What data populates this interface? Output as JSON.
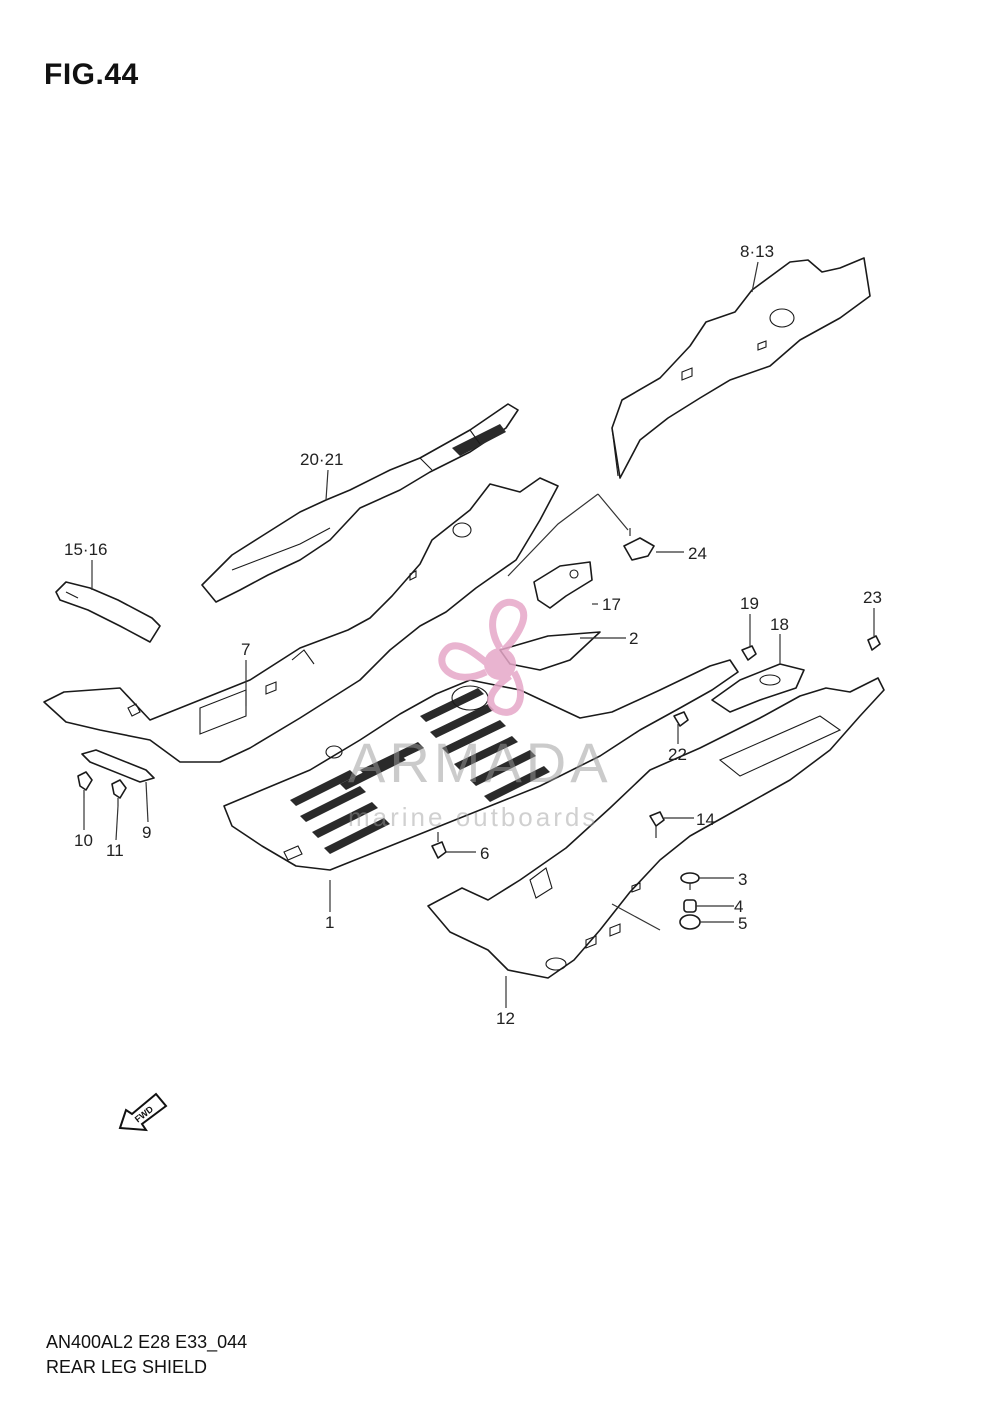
{
  "figure_title": "FIG.44",
  "footer": {
    "model_code": "AN400AL2 E28 E33_044",
    "section_name": "REAR LEG SHIELD"
  },
  "direction_marker": "FWD",
  "watermark": {
    "brand": "ARMADA",
    "tagline": "marine outboards",
    "color": "#e6a7c8"
  },
  "callouts": {
    "c1": "1",
    "c2": "2",
    "c3": "3",
    "c4": "4",
    "c5": "5",
    "c6": "6",
    "c7": "7",
    "c8_13": "8·13",
    "c9": "9",
    "c10": "10",
    "c11": "11",
    "c12": "12",
    "c14": "14",
    "c15_16": "15·16",
    "c17": "17",
    "c18": "18",
    "c19": "19",
    "c20_21": "20·21",
    "c22": "22",
    "c23": "23",
    "c24": "24"
  }
}
